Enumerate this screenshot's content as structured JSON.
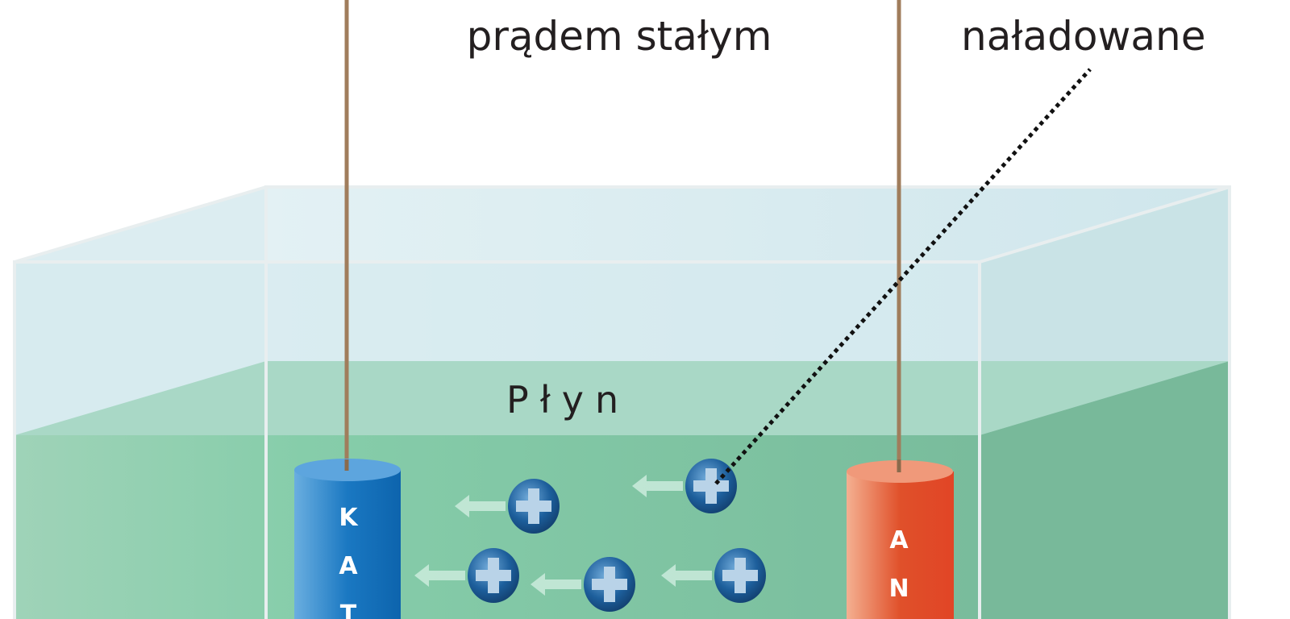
{
  "labels": {
    "current": "prądem stałym",
    "charged": "naładowane",
    "fluid": "Płyn"
  },
  "cathode": {
    "letters": [
      "K",
      "A",
      "T"
    ],
    "color": "#1a78c2"
  },
  "anode": {
    "letters": [
      "A",
      "N"
    ],
    "color": "#e0502a"
  },
  "ions": {
    "count": 5,
    "sign": "+",
    "color": "#1d5f9c"
  },
  "colors": {
    "fluid": "#86cba9",
    "glass": "#d9ecf0",
    "wire": "#a07d5c"
  }
}
